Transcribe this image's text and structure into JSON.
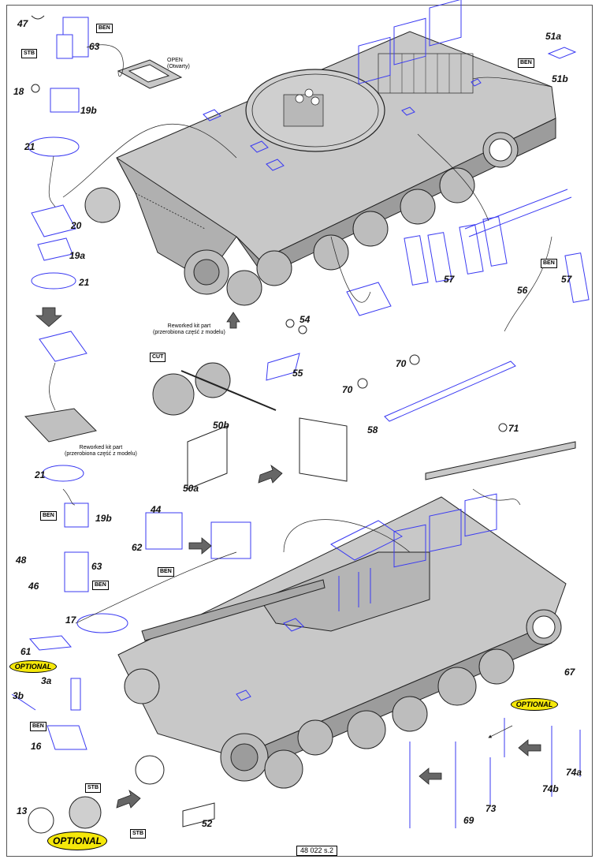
{
  "colors": {
    "hull": "#c8c8c8",
    "hull_dark": "#9c9c9c",
    "etch": "#3a3af2",
    "line": "#222222",
    "optional_bg": "#f5e80a"
  },
  "labels": {
    "n47": "47",
    "n63a": "63",
    "n18": "18",
    "n19b_a": "19b",
    "n21_a": "21",
    "n20": "20",
    "n19a": "19a",
    "n21_b": "21",
    "n51a": "51a",
    "n51b": "51b",
    "n57a": "57",
    "n56": "56",
    "n57b": "57",
    "n54": "54",
    "n55": "55",
    "n70a": "70",
    "n70b": "70",
    "n71": "71",
    "n58": "58",
    "n50b": "50b",
    "n50a": "50a",
    "n44": "44",
    "n62": "62",
    "n21_c": "21",
    "n19b_b": "19b",
    "n48": "48",
    "n63b": "63",
    "n46": "46",
    "n17": "17",
    "n61": "61",
    "n3a": "3a",
    "n3b": "3b",
    "n16": "16",
    "n13": "13",
    "n52": "52",
    "n67": "67",
    "n69": "69",
    "n73": "73",
    "n74a": "74a",
    "n74b": "74b"
  },
  "tags": {
    "ben1": "BEN",
    "stb1": "STB",
    "ben2": "BEN",
    "ben3": "BEN",
    "cut": "CUT",
    "ben4": "BEN",
    "ben5": "BEN",
    "ben6": "BEN",
    "ben7": "BEN",
    "stb2": "STB",
    "stb3": "STB"
  },
  "notes": {
    "open_line1": "OPEN",
    "open_line2": "(Otwarty)",
    "reworked1_line1": "Reworked kit part",
    "reworked1_line2": "(przerobiona część z modelu)",
    "reworked2_line1": "Reworked kit part",
    "reworked2_line2": "(przerobiona część z modelu)"
  },
  "optional": {
    "opt1": "OPTIONAL",
    "opt2": "OPTIONAL",
    "opt3": "OPTIONAL"
  },
  "footer": "48 022 s.2"
}
